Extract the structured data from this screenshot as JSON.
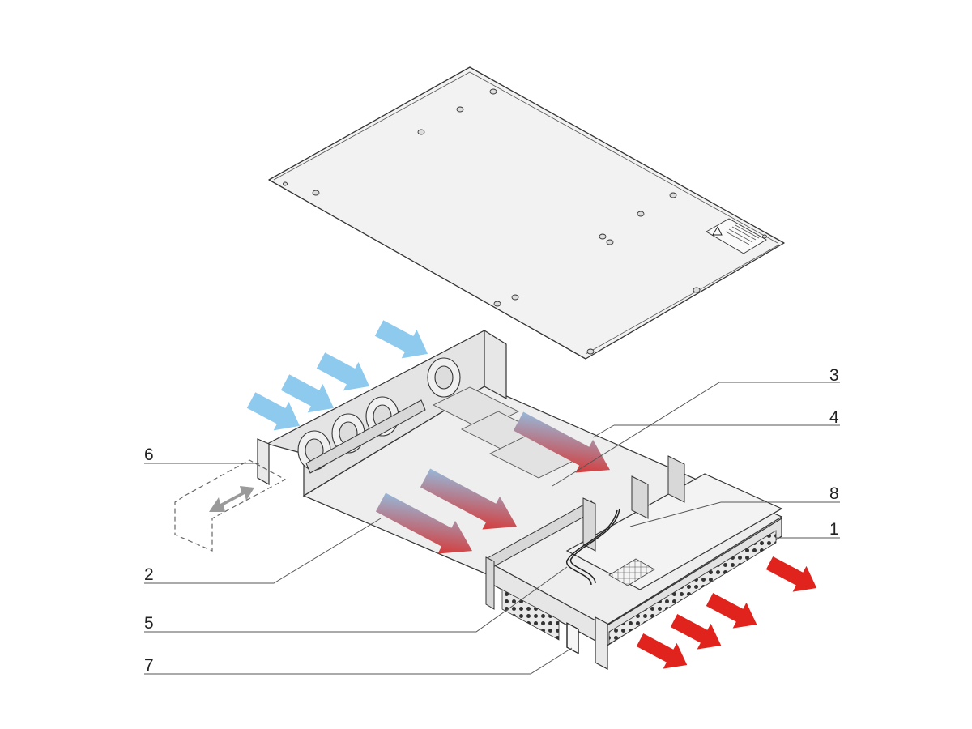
{
  "diagram": {
    "callouts": [
      {
        "id": "1",
        "label": "1"
      },
      {
        "id": "2",
        "label": "2"
      },
      {
        "id": "3",
        "label": "3"
      },
      {
        "id": "4",
        "label": "4"
      },
      {
        "id": "5",
        "label": "5"
      },
      {
        "id": "6",
        "label": "6"
      },
      {
        "id": "7",
        "label": "7"
      },
      {
        "id": "8",
        "label": "8"
      }
    ],
    "airflow": {
      "intake_color": "#8ec9ee",
      "exhaust_color": "#e0241d",
      "internal_gradient": [
        "#8ec9ee",
        "#e0241d"
      ],
      "slide_arrow_color": "#9a9a9a"
    },
    "icons": [
      "lid-panel",
      "chassis",
      "fan",
      "warning-label",
      "vent-grille",
      "power-switch",
      "rack-ear",
      "bracket-slide-arrow"
    ]
  }
}
